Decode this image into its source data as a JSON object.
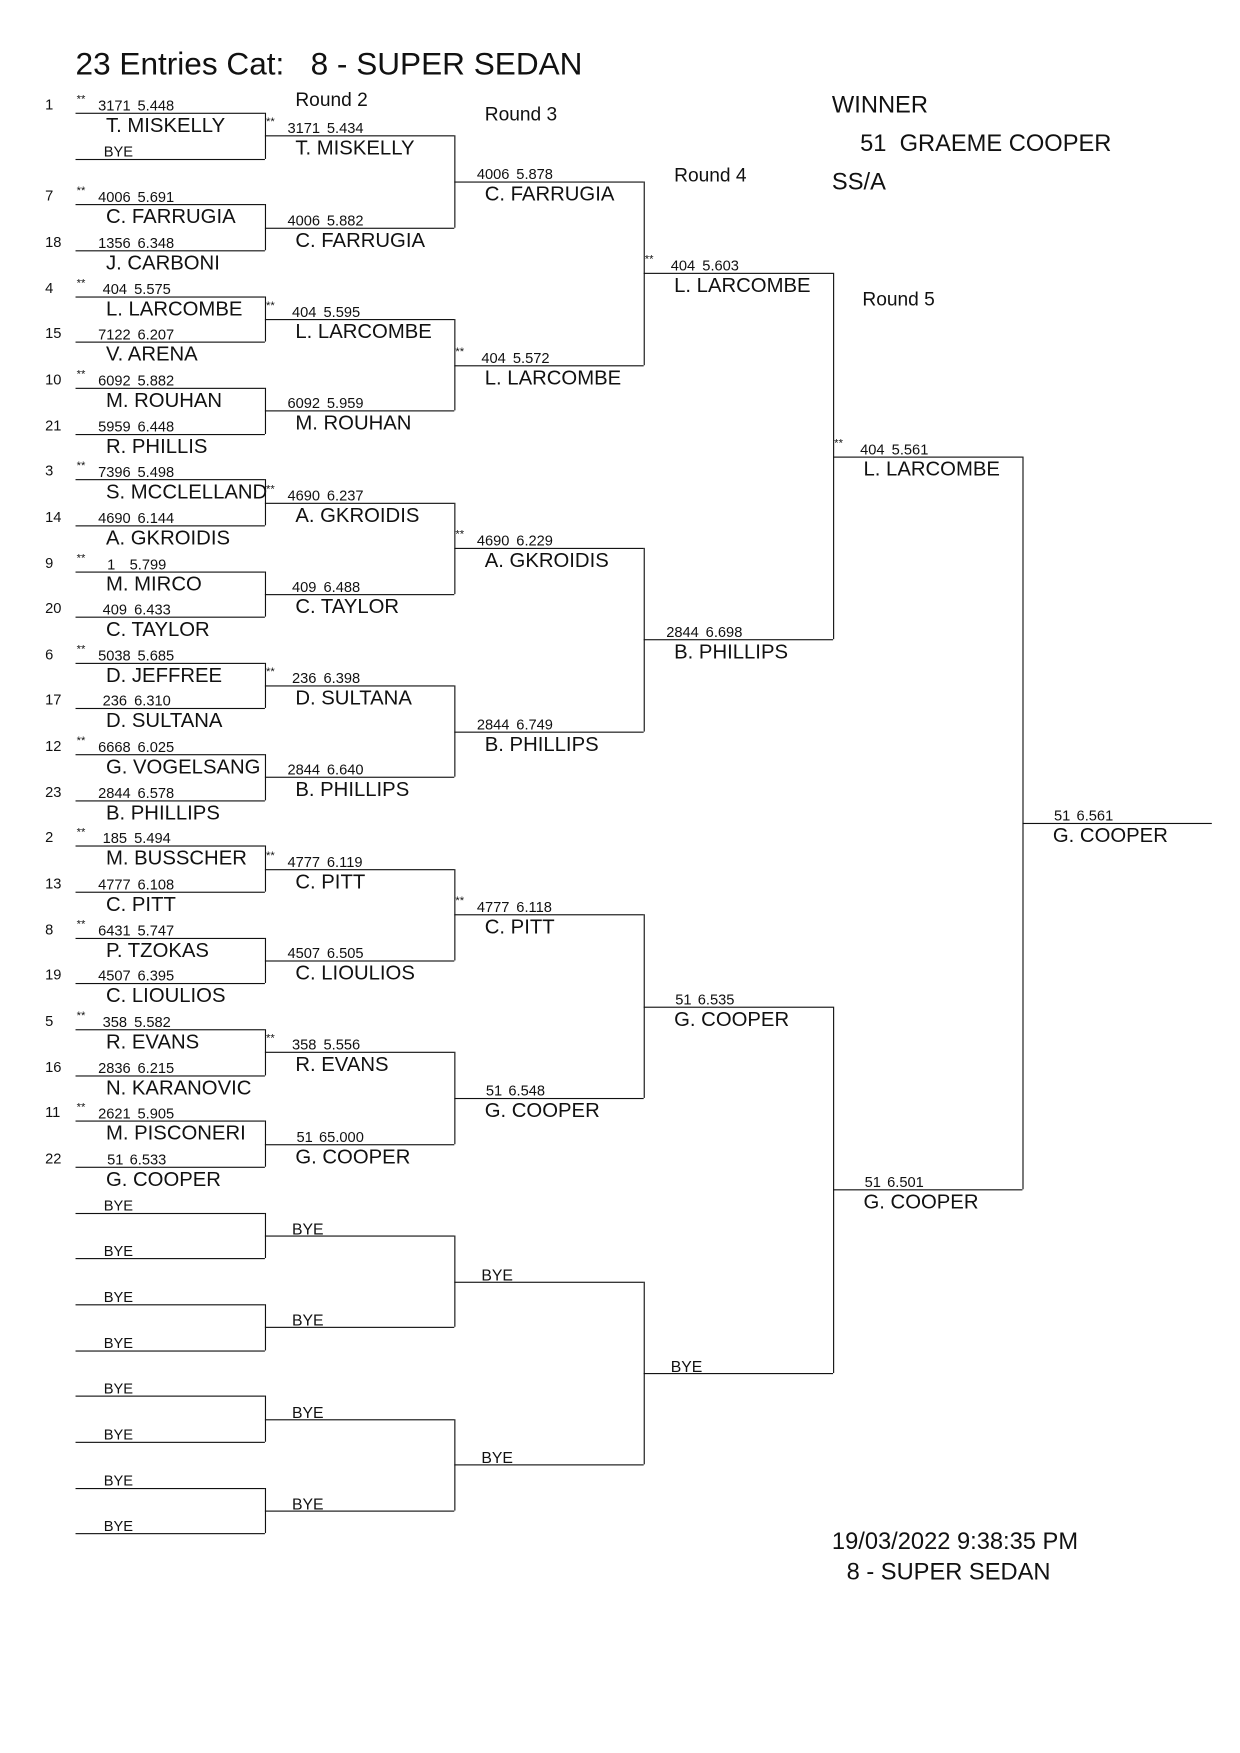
{
  "title": "23 Entries Cat:   8 - SUPER SEDAN",
  "round_labels": [
    "Round 2",
    "Round 3",
    "Round 4",
    "Round 5"
  ],
  "winner": {
    "label": "WINNER",
    "name": "51  GRAEME COOPER",
    "class": "SS/A"
  },
  "footer": {
    "timestamp": "19/03/2022 9:38:35 PM",
    "category": "8 - SUPER SEDAN"
  },
  "bye_label": "BYE",
  "rounds": [
    [
      {
        "seed": "1",
        "star": "**",
        "car": "3171",
        "time": "5.448",
        "name": "T. MISKELLY"
      },
      {
        "bye": true
      },
      {
        "seed": "7",
        "star": "**",
        "car": "4006",
        "time": "5.691",
        "name": "C. FARRUGIA"
      },
      {
        "seed": "18",
        "star": "",
        "car": "1356",
        "time": "6.348",
        "name": "J. CARBONI"
      },
      {
        "seed": "4",
        "star": "**",
        "car": "404",
        "time": "5.575",
        "name": "L. LARCOMBE"
      },
      {
        "seed": "15",
        "star": "",
        "car": "7122",
        "time": "6.207",
        "name": "V. ARENA"
      },
      {
        "seed": "10",
        "star": "**",
        "car": "6092",
        "time": "5.882",
        "name": "M. ROUHAN"
      },
      {
        "seed": "21",
        "star": "",
        "car": "5959",
        "time": "6.448",
        "name": "R. PHILLIS"
      },
      {
        "seed": "3",
        "star": "**",
        "car": "7396",
        "time": "5.498",
        "name": "S. MCCLELLAND"
      },
      {
        "seed": "14",
        "star": "",
        "car": "4690",
        "time": "6.144",
        "name": "A. GKROIDIS"
      },
      {
        "seed": "9",
        "star": "**",
        "car": "1",
        "time": "5.799",
        "name": "M. MIRCO"
      },
      {
        "seed": "20",
        "star": "",
        "car": "409",
        "time": "6.433",
        "name": "C. TAYLOR"
      },
      {
        "seed": "6",
        "star": "**",
        "car": "5038",
        "time": "5.685",
        "name": "D. JEFFREE"
      },
      {
        "seed": "17",
        "star": "",
        "car": "236",
        "time": "6.310",
        "name": "D. SULTANA"
      },
      {
        "seed": "12",
        "star": "**",
        "car": "6668",
        "time": "6.025",
        "name": "G. VOGELSANG"
      },
      {
        "seed": "23",
        "star": "",
        "car": "2844",
        "time": "6.578",
        "name": "B. PHILLIPS"
      },
      {
        "seed": "2",
        "star": "**",
        "car": "185",
        "time": "5.494",
        "name": "M. BUSSCHER"
      },
      {
        "seed": "13",
        "star": "",
        "car": "4777",
        "time": "6.108",
        "name": "C. PITT"
      },
      {
        "seed": "8",
        "star": "**",
        "car": "6431",
        "time": "5.747",
        "name": "P. TZOKAS"
      },
      {
        "seed": "19",
        "star": "",
        "car": "4507",
        "time": "6.395",
        "name": "C. LIOULIOS"
      },
      {
        "seed": "5",
        "star": "**",
        "car": "358",
        "time": "5.582",
        "name": "R. EVANS"
      },
      {
        "seed": "16",
        "star": "",
        "car": "2836",
        "time": "6.215",
        "name": "N. KARANOVIC"
      },
      {
        "seed": "11",
        "star": "**",
        "car": "2621",
        "time": "5.905",
        "name": "M. PISCONERI"
      },
      {
        "seed": "22",
        "star": "",
        "car": "51",
        "time": "6.533",
        "name": "G. COOPER"
      },
      {
        "bye": true
      },
      {
        "bye": true
      },
      {
        "bye": true
      },
      {
        "bye": true
      },
      {
        "bye": true
      },
      {
        "bye": true
      },
      {
        "bye": true
      },
      {
        "bye": true
      }
    ],
    [
      {
        "star": "**",
        "car": "3171",
        "time": "5.434",
        "name": "T. MISKELLY"
      },
      {
        "star": "",
        "car": "4006",
        "time": "5.882",
        "name": "C. FARRUGIA"
      },
      {
        "star": "**",
        "car": "404",
        "time": "5.595",
        "name": "L. LARCOMBE"
      },
      {
        "star": "",
        "car": "6092",
        "time": "5.959",
        "name": "M. ROUHAN"
      },
      {
        "star": "**",
        "car": "4690",
        "time": "6.237",
        "name": "A. GKROIDIS"
      },
      {
        "star": "",
        "car": "409",
        "time": "6.488",
        "name": "C. TAYLOR"
      },
      {
        "star": "**",
        "car": "236",
        "time": "6.398",
        "name": "D. SULTANA"
      },
      {
        "star": "",
        "car": "2844",
        "time": "6.640",
        "name": "B. PHILLIPS"
      },
      {
        "star": "**",
        "car": "4777",
        "time": "6.119",
        "name": "C. PITT"
      },
      {
        "star": "",
        "car": "4507",
        "time": "6.505",
        "name": "C. LIOULIOS"
      },
      {
        "star": "**",
        "car": "358",
        "time": "5.556",
        "name": "R. EVANS"
      },
      {
        "star": "",
        "car": "51",
        "time": "65.000",
        "name": "G. COOPER"
      },
      {
        "bye": true
      },
      {
        "bye": true
      },
      {
        "bye": true
      },
      {
        "bye": true
      }
    ],
    [
      {
        "star": "",
        "car": "4006",
        "time": "5.878",
        "name": "C. FARRUGIA"
      },
      {
        "star": "**",
        "car": "404",
        "time": "5.572",
        "name": "L. LARCOMBE"
      },
      {
        "star": "**",
        "car": "4690",
        "time": "6.229",
        "name": "A. GKROIDIS"
      },
      {
        "star": "",
        "car": "2844",
        "time": "6.749",
        "name": "B. PHILLIPS"
      },
      {
        "star": "**",
        "car": "4777",
        "time": "6.118",
        "name": "C. PITT"
      },
      {
        "star": "",
        "car": "51",
        "time": "6.548",
        "name": "G. COOPER"
      },
      {
        "bye": true
      },
      {
        "bye": true
      }
    ],
    [
      {
        "star": "**",
        "car": "404",
        "time": "5.603",
        "name": "L. LARCOMBE"
      },
      {
        "star": "",
        "car": "2844",
        "time": "6.698",
        "name": "B. PHILLIPS"
      },
      {
        "star": "",
        "car": "51",
        "time": "6.535",
        "name": "G. COOPER"
      },
      {
        "bye": true
      }
    ],
    [
      {
        "star": "**",
        "car": "404",
        "time": "5.561",
        "name": "L. LARCOMBE"
      },
      {
        "star": "",
        "car": "51",
        "time": "6.501",
        "name": "G. COOPER"
      }
    ],
    [
      {
        "star": "",
        "car": "51",
        "time": "6.561",
        "name": "G. COOPER"
      }
    ]
  ]
}
